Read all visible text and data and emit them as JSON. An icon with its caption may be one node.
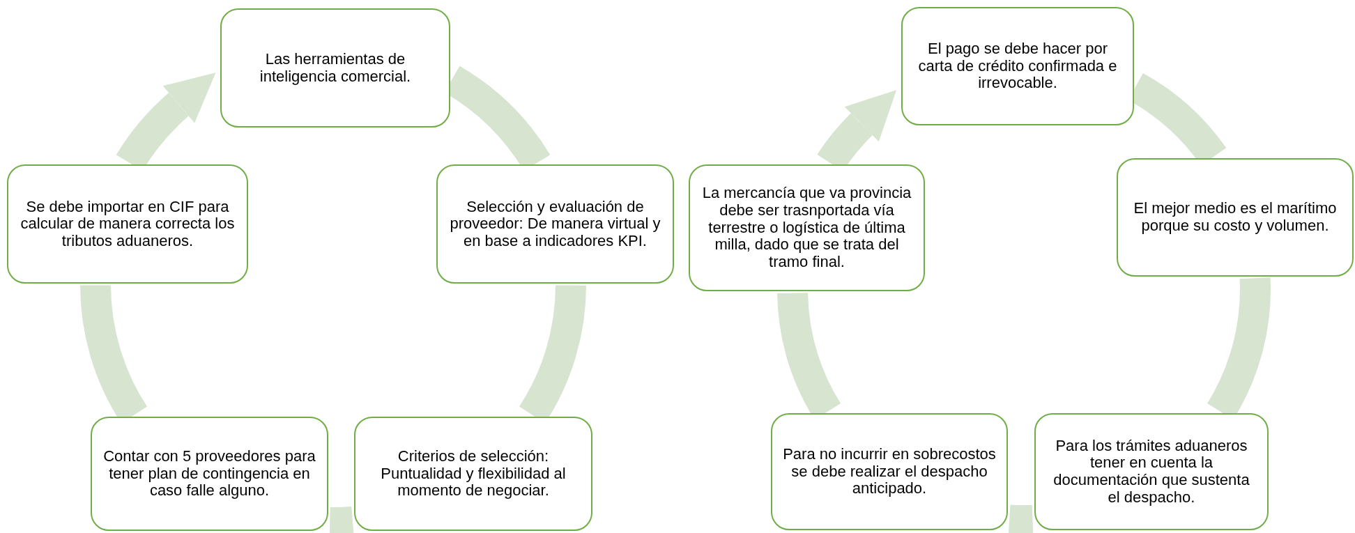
{
  "diagram": {
    "nodes": [
      {
        "text": [
          "Las herramientas de inteligencia comercial."
        ]
      },
      {
        "text": [
          "Selección y evaluación de proveedor: De manera virtual y en base a indicadores KPI."
        ]
      },
      {
        "text": [
          "Criterios de selección: Puntualidad y flexibilidad al momento de negociar."
        ]
      },
      {
        "text": [
          "Contar con 5 proveedores para tener plan de contingencia en caso falle alguno."
        ]
      },
      {
        "text": [
          "Se debe importar en CIF para calcular de manera correcta los tributos aduaneros."
        ]
      },
      {
        "text": [
          "El pago se debe hacer por carta de crédito confirmada e irrevocable."
        ]
      },
      {
        "text": [
          "El mejor medio es el marítimo porque su costo y volumen."
        ]
      },
      {
        "text": [
          "Para los trámites aduaneros tener en cuenta la documentación que sustenta el despacho."
        ]
      },
      {
        "text": [
          "Para no incurrir en sobrecostos se debe realizar el despacho anticipado."
        ]
      },
      {
        "text": [
          "La mercancía que va provincia debe ser trasnportada vía terrestre o logística de última milla, dado que se trata del tramo final."
        ]
      }
    ],
    "edges": [
      {
        "from": 0,
        "to": 1,
        "arrow": "none"
      },
      {
        "from": 1,
        "to": 2,
        "arrow": "none"
      },
      {
        "from": 2,
        "to": 3,
        "arrow": "none"
      },
      {
        "from": 3,
        "to": 4,
        "arrow": "none"
      },
      {
        "from": 4,
        "to": 0,
        "arrow": "to"
      },
      {
        "from": 5,
        "to": 6,
        "arrow": "none"
      },
      {
        "from": 6,
        "to": 7,
        "arrow": "none"
      },
      {
        "from": 7,
        "to": 8,
        "arrow": "none"
      },
      {
        "from": 8,
        "to": 9,
        "arrow": "none"
      },
      {
        "from": 9,
        "to": 5,
        "arrow": "to"
      }
    ]
  }
}
